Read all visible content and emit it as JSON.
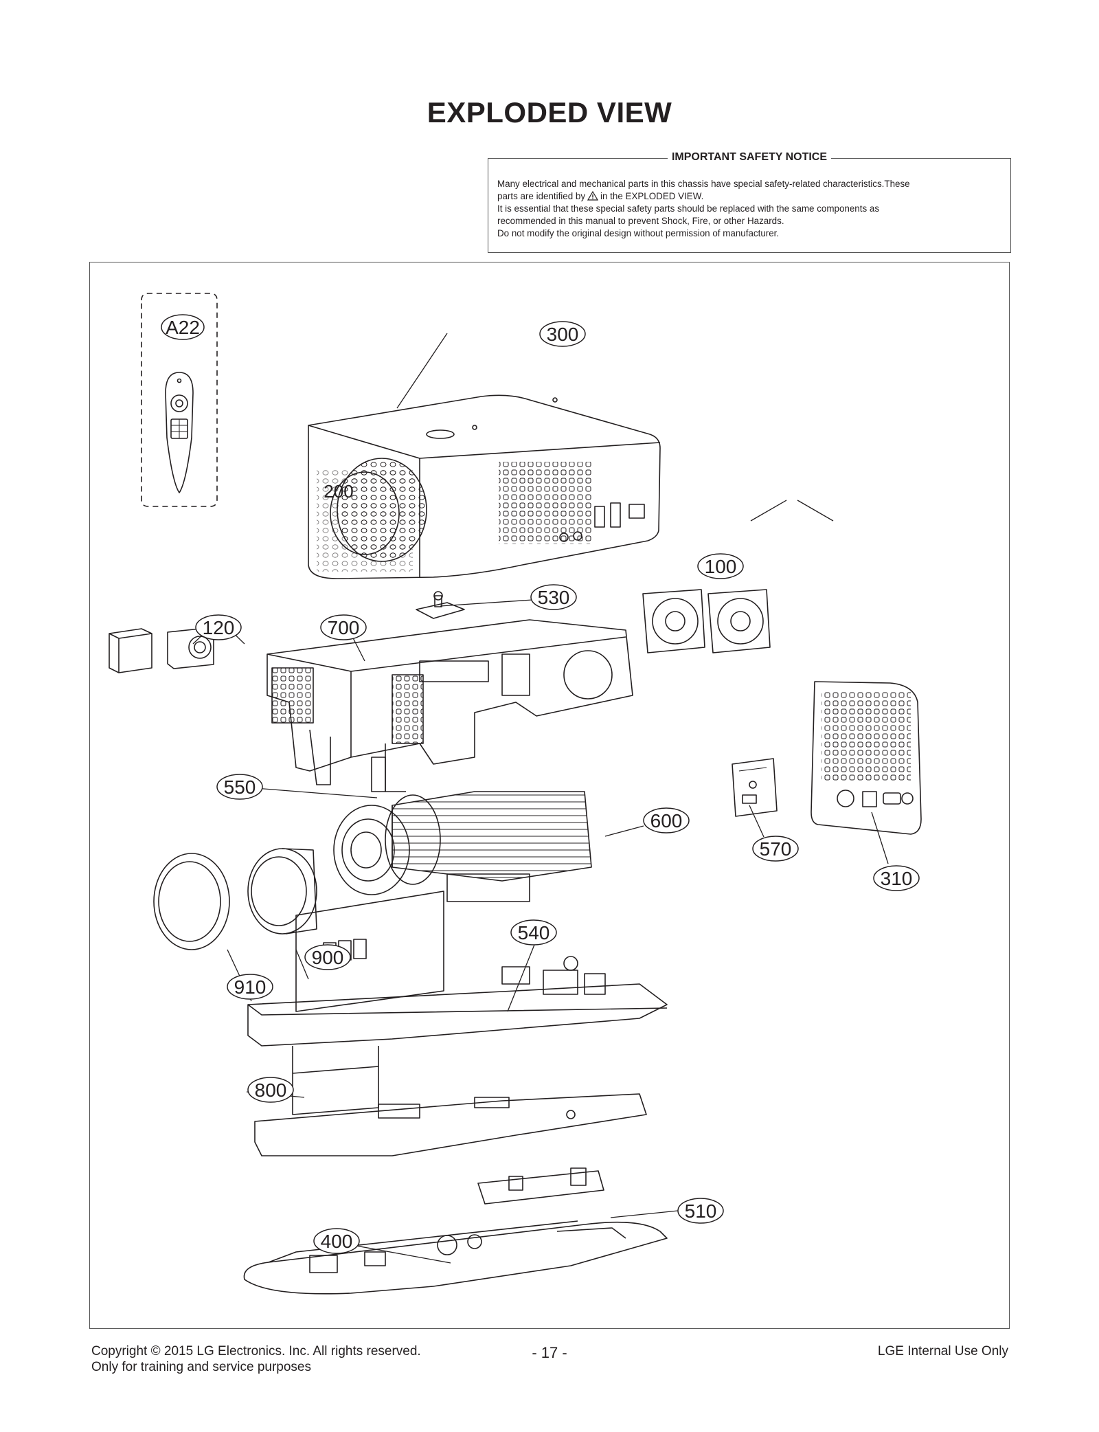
{
  "page": {
    "title": "EXPLODED VIEW"
  },
  "notice": {
    "title": "IMPORTANT SAFETY NOTICE",
    "line1": "Many electrical and mechanical parts in this chassis have special safety-related characteristics.These",
    "line2_before": "parts are identified by",
    "line2_after": "in the  EXPLODED VIEW.",
    "line3": "It is essential that these special safety parts should be replaced with the same components as",
    "line4": "recommended in this manual to prevent Shock, Fire, or other Hazards.",
    "line5": "Do not modify the original design without permission of manufacturer."
  },
  "parts": {
    "a22": "A22",
    "p300": "300",
    "p100": "100",
    "p530": "530",
    "p120": "120",
    "p700": "700",
    "p550": "550",
    "p600": "600",
    "p570": "570",
    "p310": "310",
    "p540": "540",
    "p900": "900",
    "p910": "910",
    "p800": "800",
    "p510": "510",
    "p400": "400",
    "p200": "200"
  },
  "footer": {
    "copyright": "Copyright  © 2015  LG Electronics. Inc. All rights reserved.",
    "purpose": "Only for training and service purposes",
    "page_number": "- 17 -",
    "internal": "LGE Internal Use Only"
  }
}
